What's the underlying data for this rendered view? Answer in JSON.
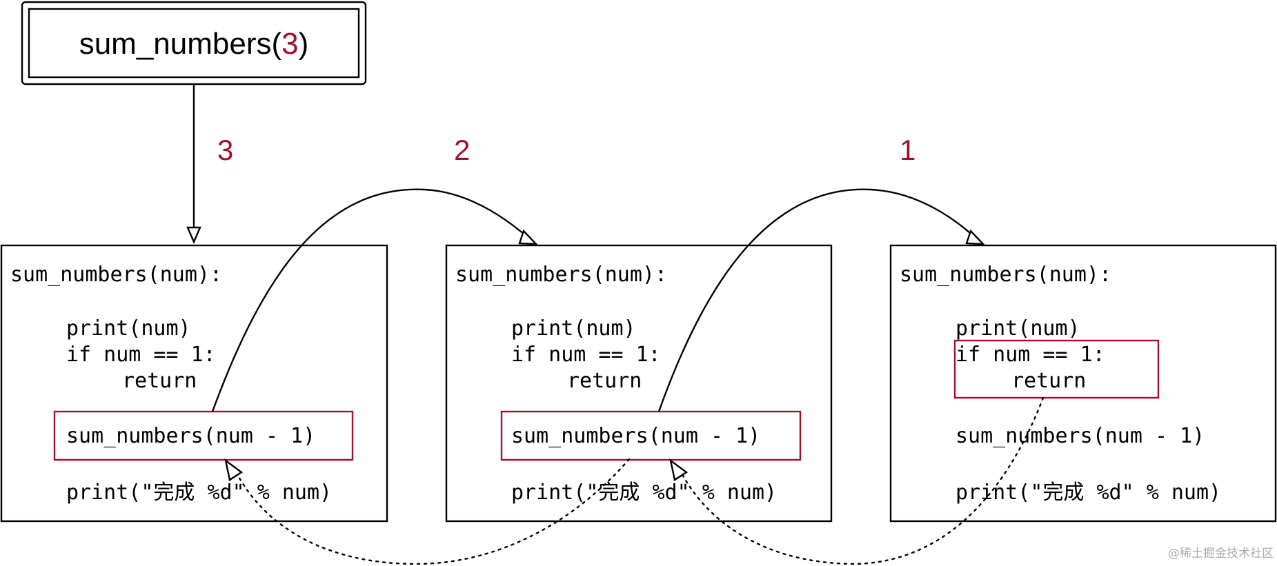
{
  "call": {
    "fn": "sum_numbers(",
    "arg": "3",
    "close": ")"
  },
  "arg_labels": [
    "3",
    "2",
    "1"
  ],
  "frame": {
    "def": "sum_numbers(num):",
    "print_num": "print(num)",
    "if_line": "if num == 1:",
    "return_line": "return",
    "recursive_call": "sum_numbers(num - 1)",
    "print_done": "print(\"完成 %d\" % num)"
  },
  "colors": {
    "accent": "#a00f2d",
    "line": "#000000"
  },
  "watermark": "@稀土掘金技术社区"
}
